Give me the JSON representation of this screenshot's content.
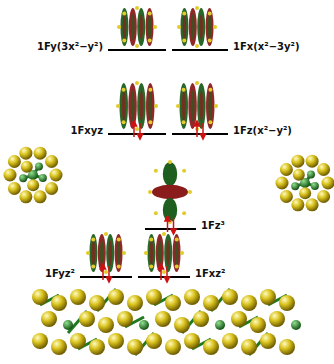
{
  "diagram": {
    "labels": [
      "1Fy(3x²−y²)",
      "1Fx(x²−3y²)",
      "1Fxyz",
      "1Fz(x²−y²)",
      "1Fz³",
      "1Fyz²",
      "1Fxz²"
    ]
  }
}
